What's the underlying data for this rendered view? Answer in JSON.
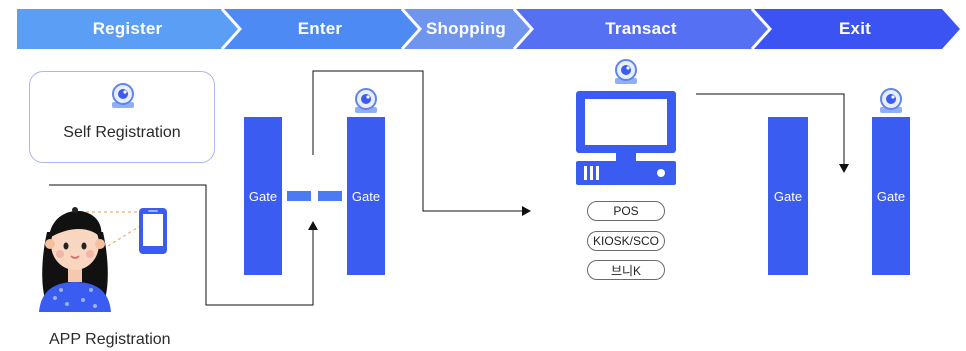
{
  "steps": [
    {
      "label": "Register",
      "color": "#5a9ef5"
    },
    {
      "label": "Enter",
      "color": "#4e8af4"
    },
    {
      "label": "Shopping",
      "color": "#6f95ee"
    },
    {
      "label": "Transact",
      "color": "#5570f2"
    },
    {
      "label": "Exit",
      "color": "#3b53f3"
    }
  ],
  "self_registration": {
    "label": "Self Registration"
  },
  "app_registration": {
    "label": "APP Registration"
  },
  "gates": {
    "label": "Gate"
  },
  "payment_options": [
    "POS",
    "KIOSK/SCO",
    "브니K"
  ],
  "icons": {
    "camera": "camera-icon",
    "phone": "smartphone-icon",
    "person": "person-icon",
    "pos": "pos-terminal-icon"
  },
  "colors": {
    "gate": "#3a5cf0",
    "accent": "#4a7bf2",
    "line": "#111111"
  }
}
